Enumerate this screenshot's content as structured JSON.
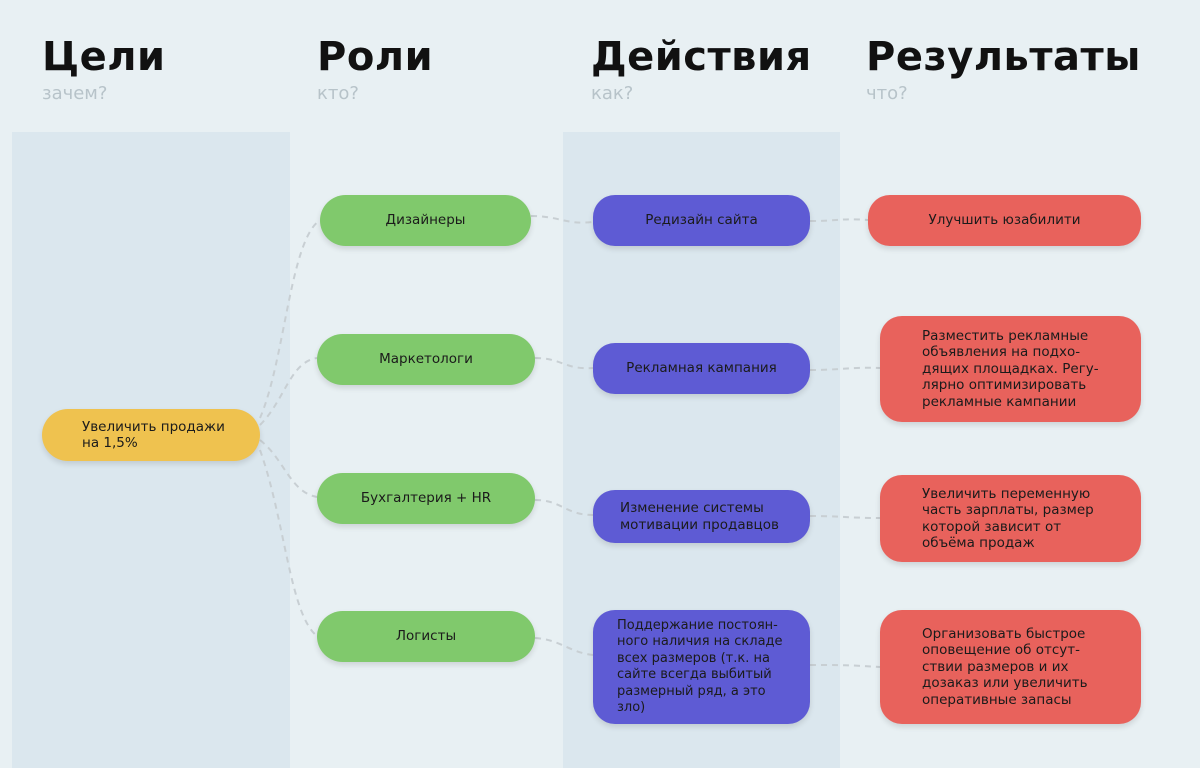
{
  "columns": [
    {
      "title": "Цели",
      "subtitle": "зачем?"
    },
    {
      "title": "Роли",
      "subtitle": "кто?"
    },
    {
      "title": "Действия",
      "subtitle": "как?"
    },
    {
      "title": "Результаты",
      "subtitle": "что?"
    }
  ],
  "goal": {
    "text": "Увеличить продажи\nна 1,5%"
  },
  "roles": [
    {
      "text": "Дизайнеры"
    },
    {
      "text": "Маркетологи"
    },
    {
      "text": "Бухгалтерия + HR"
    },
    {
      "text": "Логисты"
    }
  ],
  "actions": [
    {
      "text": "Редизайн сайта"
    },
    {
      "text": "Рекламная кампания"
    },
    {
      "text": "Изменение системы\nмотивации продавцов"
    },
    {
      "text": "Поддержание постоян-\nного наличия на складе\nвсех размеров (т.к. на\nсайте всегда выбитый\nразмерный ряд, а это\nзло)"
    }
  ],
  "results": [
    {
      "text": "Улучшить юзабилити"
    },
    {
      "text": "Разместить рекламные\nобъявления на подхо-\nдящих площадках. Регу-\nлярно оптимизировать\nрекламные кампании"
    },
    {
      "text": "Увеличить переменную\nчасть зарплаты, размер\nкоторой зависит от\nобъёма продаж"
    },
    {
      "text": "Организовать быстрое\nоповещение об отсут-\nствии размеров и их\nдозаказ или увеличить\nоперативные запасы"
    }
  ],
  "colors": {
    "goal": "#efc24f",
    "role": "#80c96c",
    "action": "#5e5bd4",
    "result": "#e8625c",
    "connector": "#c8cfd3"
  }
}
